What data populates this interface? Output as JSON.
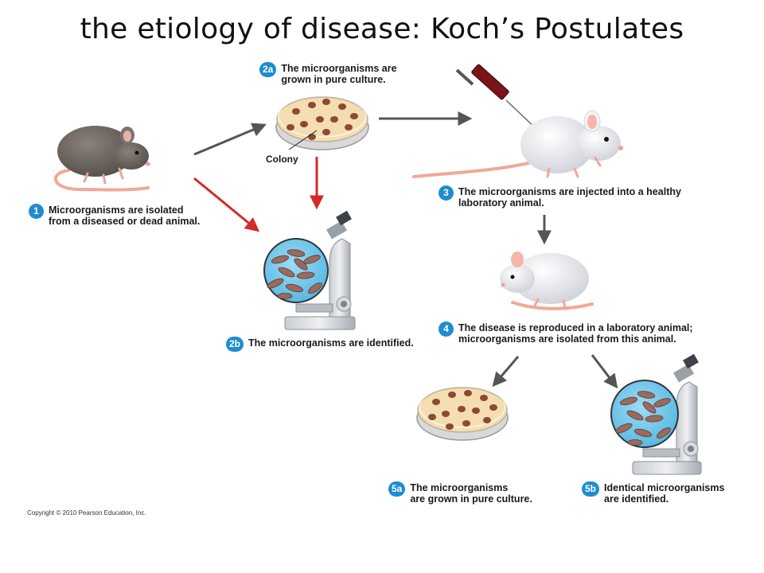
{
  "title": "the etiology of disease: Koch’s Postulates",
  "steps": {
    "s1": {
      "badge": "1",
      "line1": "Microorganisms are isolated",
      "line2": "from a diseased or dead animal."
    },
    "s2a": {
      "badge": "2a",
      "line1": "The microorganisms are",
      "line2": "grown in pure culture."
    },
    "s2b": {
      "badge": "2b",
      "line1": "The microorganisms are identified."
    },
    "s3": {
      "badge": "3",
      "line1": "The microorganisms are injected into a healthy",
      "line2": "laboratory animal."
    },
    "s4": {
      "badge": "4",
      "line1": "The disease is reproduced in a laboratory animal;",
      "line2": "microorganisms are isolated from this animal."
    },
    "s5a": {
      "badge": "5a",
      "line1": "The microorganisms",
      "line2": "are grown in pure culture."
    },
    "s5b": {
      "badge": "5b",
      "line1": "Identical microorganisms",
      "line2": "are identified."
    }
  },
  "colony_label": "Colony",
  "copyright": "Copyright © 2010 Pearson Education, Inc.",
  "colors": {
    "badge": "#1f8ccf",
    "arrow_gray": "#555555",
    "arrow_red": "#d42a2a",
    "petri_agar": "#f4ddb0",
    "colony": "#8a4a35",
    "microscope_view": "#6fc8ec",
    "diseased_mouse": "#6b625e",
    "healthy_mouse": "#e8e9ee",
    "mouse_tail": "#f0a898",
    "syringe_blood": "#7a1418"
  }
}
